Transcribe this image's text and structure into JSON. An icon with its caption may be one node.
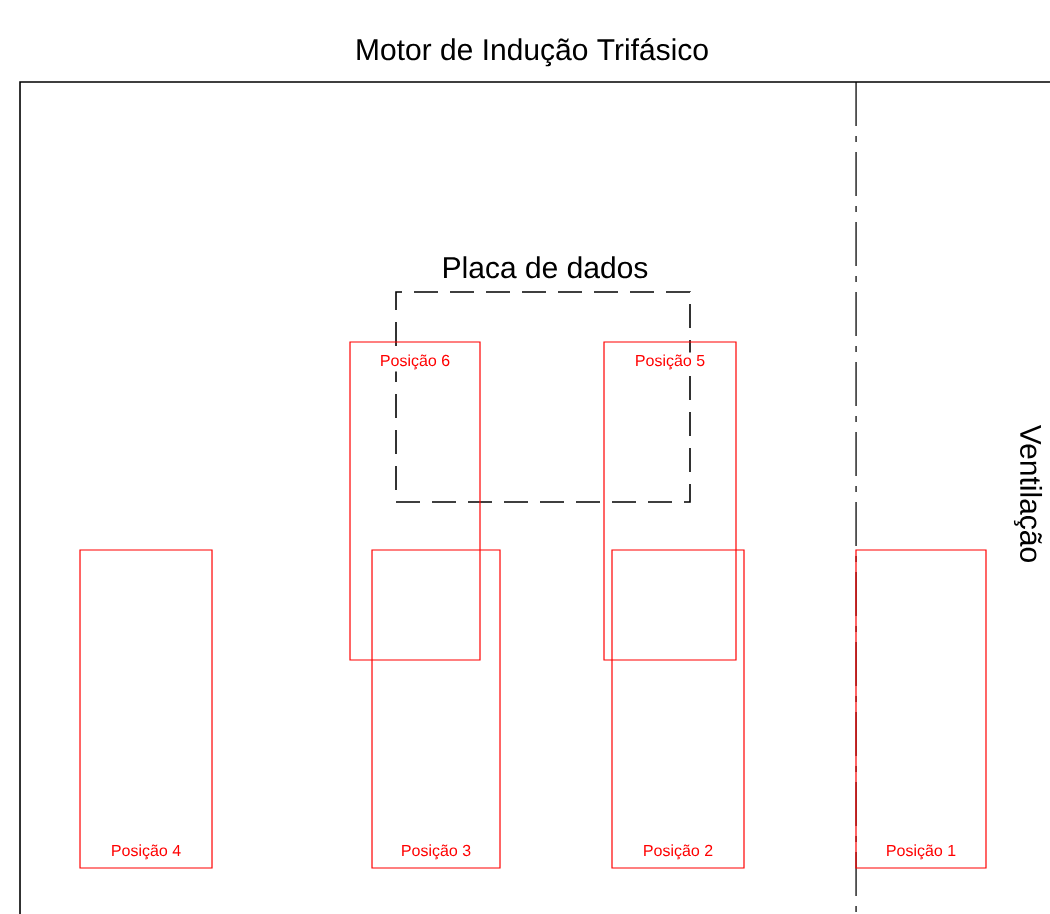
{
  "diagram": {
    "nodes": [
      {
        "text": [
          "Motor de Indução Trifásico"
        ]
      },
      {
        "text": [
          "Placa de dados"
        ],
        "in": 0
      },
      {
        "text": [
          "Posição 6"
        ],
        "in": 0
      },
      {
        "text": [
          "Posição 5"
        ],
        "in": 0
      },
      {
        "text": [
          "Posição 4"
        ],
        "in": 0
      },
      {
        "text": [
          "Posição 3"
        ],
        "in": 0
      },
      {
        "text": [
          "Posição 2"
        ],
        "in": 0
      },
      {
        "text": [
          "Posição 1"
        ],
        "in": 0
      }
    ],
    "labels": [
      "Ventilação"
    ]
  }
}
